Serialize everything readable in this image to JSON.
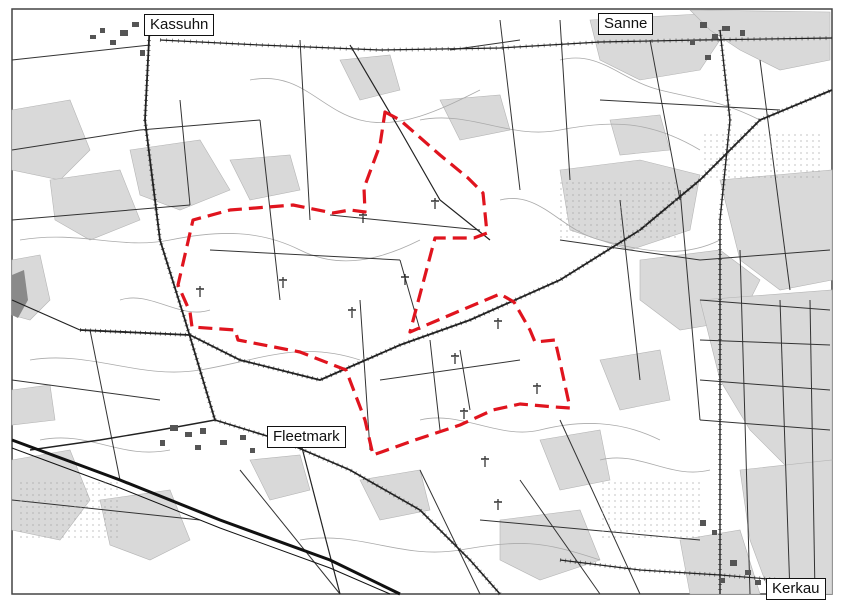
{
  "map": {
    "places": {
      "kassuhn": "Kassuhn",
      "sanne": "Sanne",
      "fleetmark": "Fleetmark",
      "kerkau": "Kerkau"
    },
    "boundary_color": "#e0141e",
    "forest_color": "#d6d6d6",
    "line_color": "#333333",
    "icon": "wind-turbine-icon"
  }
}
